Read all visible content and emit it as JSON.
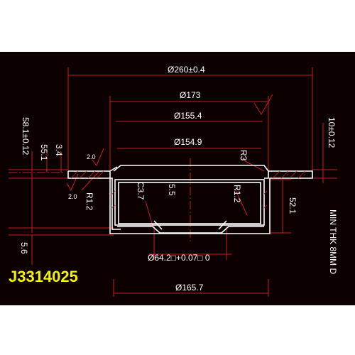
{
  "drawing": {
    "part_code": "J3314025",
    "colors": {
      "background": "#0d0000",
      "outline": "#ffffff",
      "dimension": "#c81e1e",
      "text": "#ffffff",
      "part_code": "#f4f400"
    },
    "dimensions": {
      "overall_diameter": "Ø260±0.4",
      "hat_diameter": "Ø173",
      "bore_outer": "Ø155.4",
      "bore_inner": "Ø154.9",
      "hub_hole": "Ø64.2□+0.07□ 0",
      "bottom_diameter": "Ø165.7",
      "total_height": "58.1±0.12",
      "offset": "55.1",
      "step": "3.4",
      "hat_height": "52.1",
      "disc_thickness": "10±0.12",
      "bottom_thickness": "5.6",
      "wall": "5.5",
      "chamfer": "C3.7",
      "radius_r3": "R3",
      "radius_r12_left": "R1.2",
      "radius_r12_right": "R1.2",
      "surface_left": "2.0",
      "surface_right": "2.0",
      "min_thickness": "MIN THK 8MM D"
    }
  }
}
